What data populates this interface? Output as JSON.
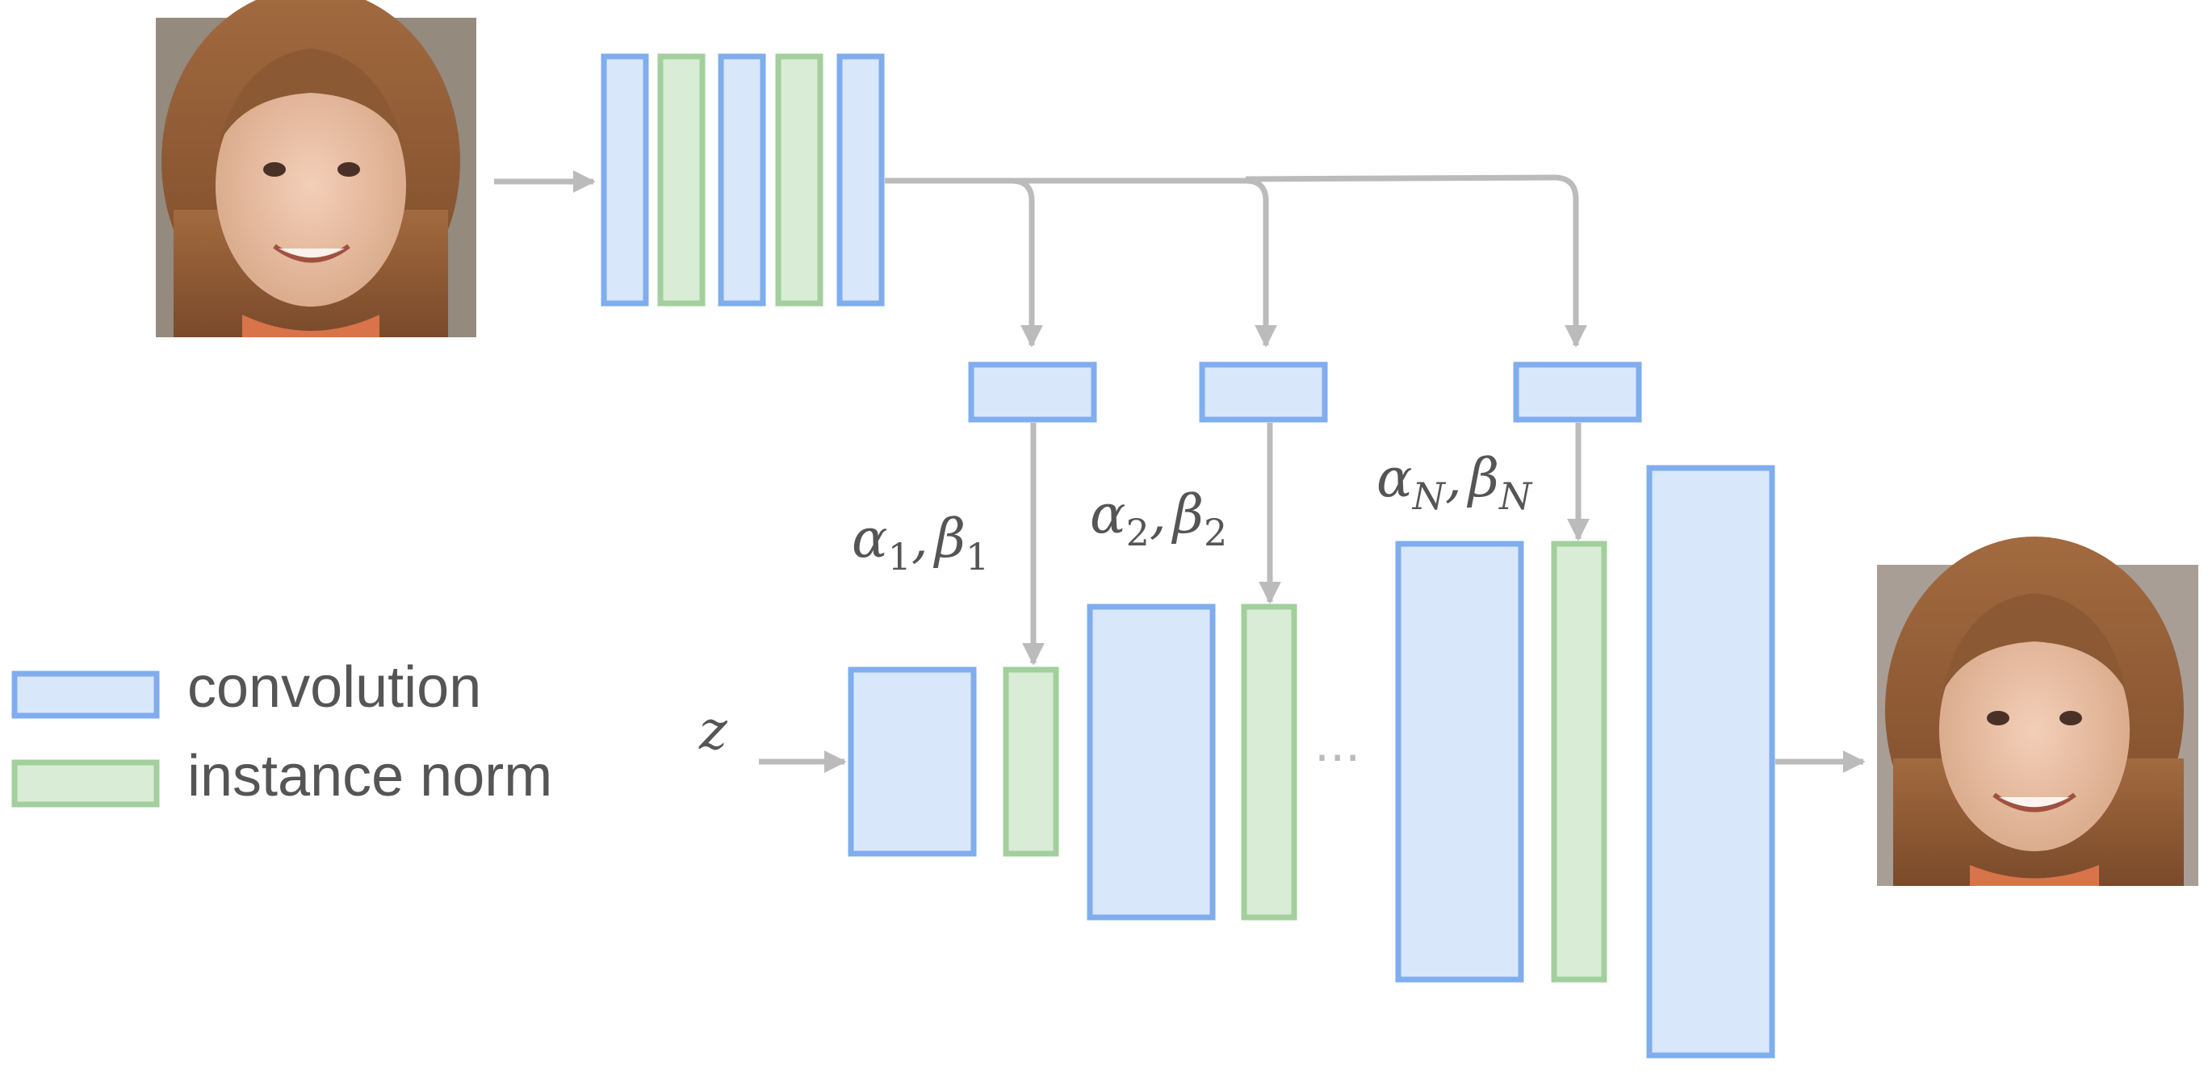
{
  "colors": {
    "conv_fill": "#d9e7fb",
    "conv_stroke": "#7fadee",
    "norm_fill": "#d8ecd6",
    "norm_stroke": "#a2cf9c",
    "arrow": "#bbbbbb",
    "text": "#555555"
  },
  "labels": {
    "alpha1": "α",
    "sub1": "1",
    "beta1": "β",
    "alpha2": "α",
    "sub2": "2",
    "beta2": "β",
    "alphaN": "α",
    "subN": "N",
    "betaN": "β",
    "comma": ",",
    "z": "z",
    "ellipsis": "···"
  },
  "legend": {
    "convolution": "convolution",
    "instance_norm": "instance norm"
  },
  "images": {
    "input": "input-face-photo",
    "output": "output-face-photo"
  }
}
